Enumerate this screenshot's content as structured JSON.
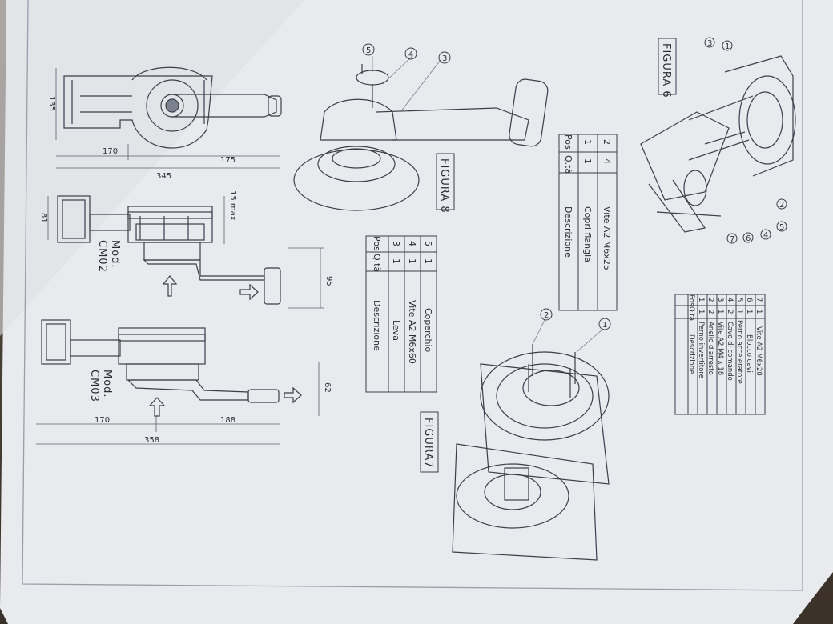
{
  "figures": {
    "fig6": "FIGURA 6",
    "fig7": "FIGURA7",
    "fig8": "FIGURA 8"
  },
  "dimensions": {
    "d135": "135",
    "d170_top": "170",
    "d175": "175",
    "d345": "345",
    "d81": "81",
    "d15max": "15 max",
    "d95": "95",
    "d62": "62",
    "d170_bottom": "170",
    "d188": "188",
    "d358": "358"
  },
  "models": {
    "cm02_mod": "Mod.",
    "cm02_code": "CM02",
    "cm03_mod": "Mod.",
    "cm03_code": "CM03"
  },
  "table_fig6_top": {
    "header": [
      "Pos",
      "Q.tà",
      "Descrizione"
    ],
    "rows": [
      {
        "pos": "2",
        "qty": "4",
        "desc": "Vite A2 M6x25"
      },
      {
        "pos": "1",
        "qty": "1",
        "desc": "Copri flangia"
      }
    ]
  },
  "table_fig8": {
    "header": [
      "Pos",
      "Q.tà",
      "Descrizione"
    ],
    "rows": [
      {
        "pos": "5",
        "qty": "1",
        "desc": "Coperchio"
      },
      {
        "pos": "4",
        "qty": "1",
        "desc": "Vite A2 M6x60"
      },
      {
        "pos": "3",
        "qty": "1",
        "desc": "Leva"
      }
    ]
  },
  "table_fig6_right": {
    "header": [
      "Pos",
      "Q.tà",
      "Descrizione"
    ],
    "rows": [
      {
        "pos": "7",
        "qty": "1",
        "desc": "Vite A2 M6x20"
      },
      {
        "pos": "6",
        "qty": "1",
        "desc": "Blocco cavi"
      },
      {
        "pos": "5",
        "qty": "1",
        "desc": "Perno acceleratore"
      },
      {
        "pos": "4",
        "qty": "2",
        "desc": "Cavo di comando"
      },
      {
        "pos": "3",
        "qty": "1",
        "desc": "Vite A2 M4 x 18"
      },
      {
        "pos": "2",
        "qty": "2",
        "desc": "Anello d'arresto"
      },
      {
        "pos": "1",
        "qty": "1",
        "desc": "Perno invertitore"
      }
    ]
  },
  "callouts": {
    "fig8": [
      "5",
      "4",
      "3"
    ],
    "fig7": [
      "2",
      "1"
    ],
    "fig6_top": [
      "3",
      "1",
      "2"
    ],
    "fig6_bottom": [
      "5",
      "4",
      "6",
      "7",
      "2"
    ]
  }
}
